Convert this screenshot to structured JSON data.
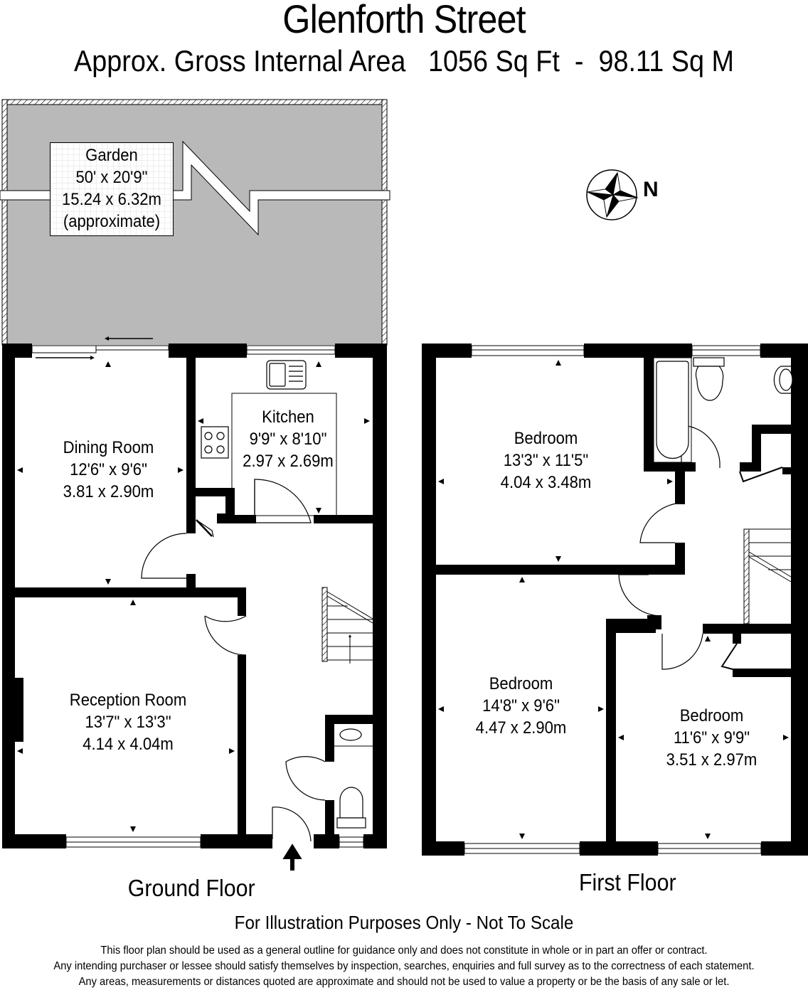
{
  "header": {
    "title": "Glenforth Street",
    "subtitle": "Approx. Gross Internal Area   1056 Sq Ft  -  98.11 Sq M"
  },
  "compass": {
    "icon": "compass-rose-icon",
    "label": "N"
  },
  "garden": {
    "name": "Garden",
    "imperial": "50' x 20'9\"",
    "metric": "15.24 x 6.32m",
    "note": "(approximate)"
  },
  "ground_floor": {
    "label": "Ground Floor",
    "rooms": [
      {
        "name": "Dining Room",
        "imperial": "12'6\" x 9'6\"",
        "metric": "3.81 x 2.90m"
      },
      {
        "name": "Kitchen",
        "imperial": "9'9\" x 8'10\"",
        "metric": "2.97 x 2.69m"
      },
      {
        "name": "Reception Room",
        "imperial": "13'7\" x 13'3\"",
        "metric": "4.14 x 4.04m"
      }
    ]
  },
  "first_floor": {
    "label": "First Floor",
    "rooms": [
      {
        "name": "Bedroom",
        "imperial": "13'3\" x 11'5\"",
        "metric": "4.04 x 3.48m"
      },
      {
        "name": "Bedroom",
        "imperial": "14'8\" x 9'6\"",
        "metric": "4.47 x 2.90m"
      },
      {
        "name": "Bedroom",
        "imperial": "11'6\" x 9'9\"",
        "metric": "3.51 x 2.97m"
      }
    ]
  },
  "footer": {
    "heading": "For Illustration Purposes Only - Not To Scale",
    "lines": [
      "This floor plan should be used as a general outline for guidance only and does not constitute in whole or in part an offer or contract.",
      "Any intending purchaser or lessee should satisfy themselves by inspection, searches, enquiries and full survey as to the correctness of each statement.",
      "Any areas, measurements or distances quoted are approximate and should not be used to value a property or be the basis of any sale or let."
    ]
  },
  "colors": {
    "wall": "#000000",
    "garden_fill": "#b9b9b9",
    "background": "#ffffff"
  }
}
